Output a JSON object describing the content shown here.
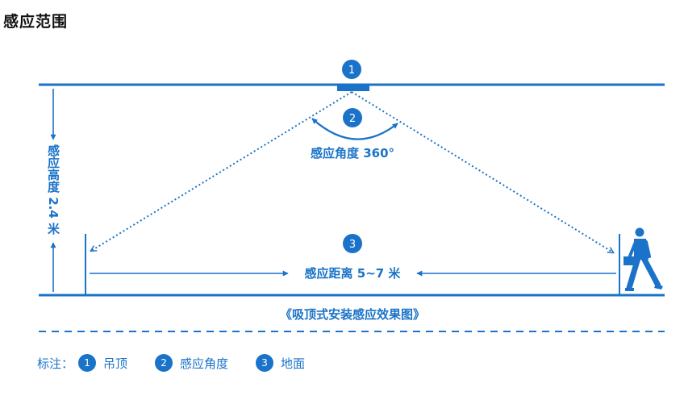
{
  "title": "感应范围",
  "colors": {
    "accent": "#1a73c8",
    "title": "#111111"
  },
  "markers": {
    "m1": "1",
    "m2": "2",
    "m3": "3"
  },
  "labels": {
    "angle": "感应角度 360°",
    "height": "感应高度 2.4 米",
    "distance": "感应距离 5~7 米",
    "caption": "《吸顶式安装感应效果图》"
  },
  "legend": {
    "label": "标注：",
    "items": [
      {
        "num": "1",
        "text": "吊顶"
      },
      {
        "num": "2",
        "text": "感应角度"
      },
      {
        "num": "3",
        "text": "地面"
      }
    ]
  },
  "icons": [
    "sensor-icon",
    "walking-person-icon"
  ]
}
